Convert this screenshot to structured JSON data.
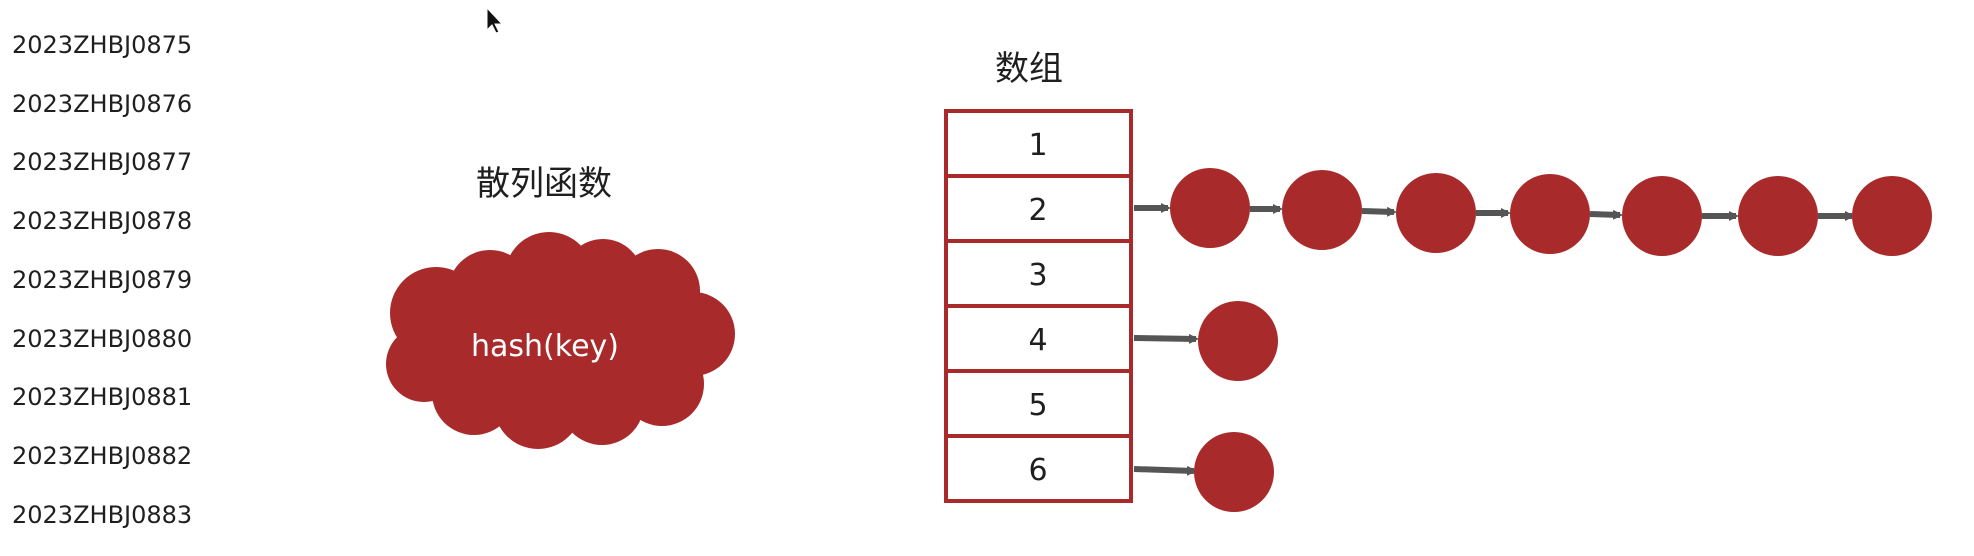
{
  "keys": [
    "2023ZHBJ0875",
    "2023ZHBJ0876",
    "2023ZHBJ0877",
    "2023ZHBJ0878",
    "2023ZHBJ0879",
    "2023ZHBJ0880",
    "2023ZHBJ0881",
    "2023ZHBJ0882",
    "2023ZHBJ0883"
  ],
  "hash_function": {
    "title": "散列函数",
    "label": "hash(key)"
  },
  "array": {
    "title": "数组",
    "slots": [
      {
        "label": "1",
        "chain_length": 0
      },
      {
        "label": "2",
        "chain_length": 7
      },
      {
        "label": "3",
        "chain_length": 0
      },
      {
        "label": "4",
        "chain_length": 1
      },
      {
        "label": "5",
        "chain_length": 0
      },
      {
        "label": "6",
        "chain_length": 1
      }
    ]
  },
  "colors": {
    "accent": "#a82a2a",
    "arrow": "#555555",
    "text": "#1f1f1f",
    "background": "#ffffff"
  }
}
